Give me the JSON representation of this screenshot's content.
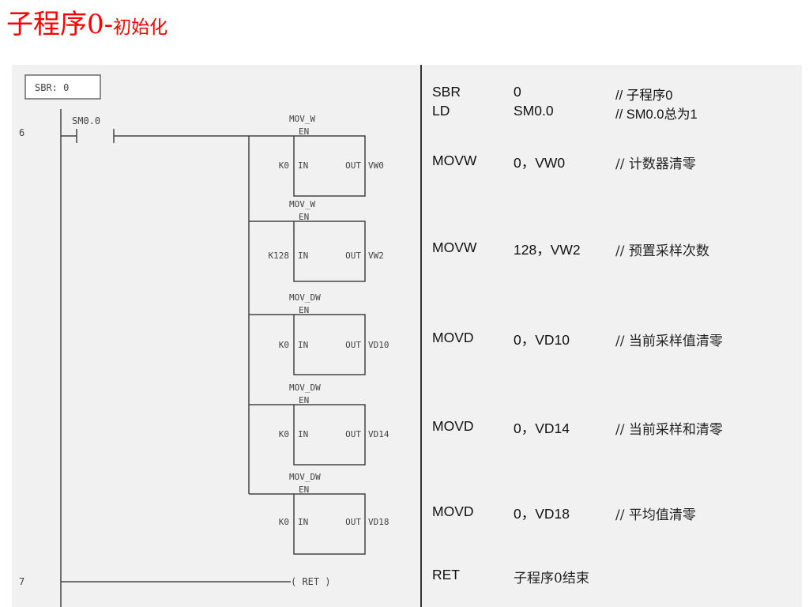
{
  "title": {
    "main": "子程序0-",
    "sub": "初始化"
  },
  "ladder": {
    "sbr_label": "SBR:  0",
    "network_6": "6",
    "network_7": "7",
    "contact_label": "SM0.0",
    "blocks": [
      {
        "name": "MOV_W",
        "en": "EN",
        "in_label": "IN",
        "out_label": "OUT",
        "input": "K0",
        "output": "VW0"
      },
      {
        "name": "MOV_W",
        "en": "EN",
        "in_label": "IN",
        "out_label": "OUT",
        "input": "K128",
        "output": "VW2"
      },
      {
        "name": "MOV_DW",
        "en": "EN",
        "in_label": "IN",
        "out_label": "OUT",
        "input": "K0",
        "output": "VD10"
      },
      {
        "name": "MOV_DW",
        "en": "EN",
        "in_label": "IN",
        "out_label": "OUT",
        "input": "K0",
        "output": "VD14"
      },
      {
        "name": "MOV_DW",
        "en": "EN",
        "in_label": "IN",
        "out_label": "OUT",
        "input": "K0",
        "output": "VD18"
      }
    ],
    "ret_coil": "(  RET  )"
  },
  "stl": [
    {
      "op": "SBR",
      "arg": "0",
      "comment": "// 子程序0"
    },
    {
      "op": "LD",
      "arg": "SM0.0",
      "comment": "// SM0.0总为1"
    },
    {
      "op": "MOVW",
      "arg": "0，VW0",
      "comment": "// 计数器清零"
    },
    {
      "op": "MOVW",
      "arg": "128，VW2",
      "comment": "// 预置采样次数"
    },
    {
      "op": "MOVD",
      "arg": "0，VD10",
      "comment": "// 当前采样值清零"
    },
    {
      "op": "MOVD",
      "arg": "0，VD14",
      "comment": "// 当前采样和清零"
    },
    {
      "op": "MOVD",
      "arg": "0，VD18",
      "comment": "// 平均值清零"
    },
    {
      "op": "RET",
      "arg": "子程序0结束",
      "comment": ""
    }
  ]
}
